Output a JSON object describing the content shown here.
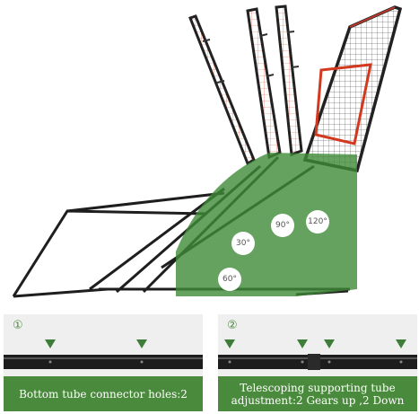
{
  "figure": {
    "angles": [
      "30°",
      "90°",
      "120°",
      "60°"
    ],
    "colors": {
      "overlay_green": "#3f8a37",
      "caption_green": "#4a8a3c",
      "frame": "#222222",
      "net": "#d2391f"
    }
  },
  "panel_left": {
    "number": "①",
    "caption": "Bottom tube connector holes:2"
  },
  "panel_right": {
    "number": "②",
    "caption": "Telescoping supporting tube adjustment:2 Gears up ,2 Down"
  }
}
